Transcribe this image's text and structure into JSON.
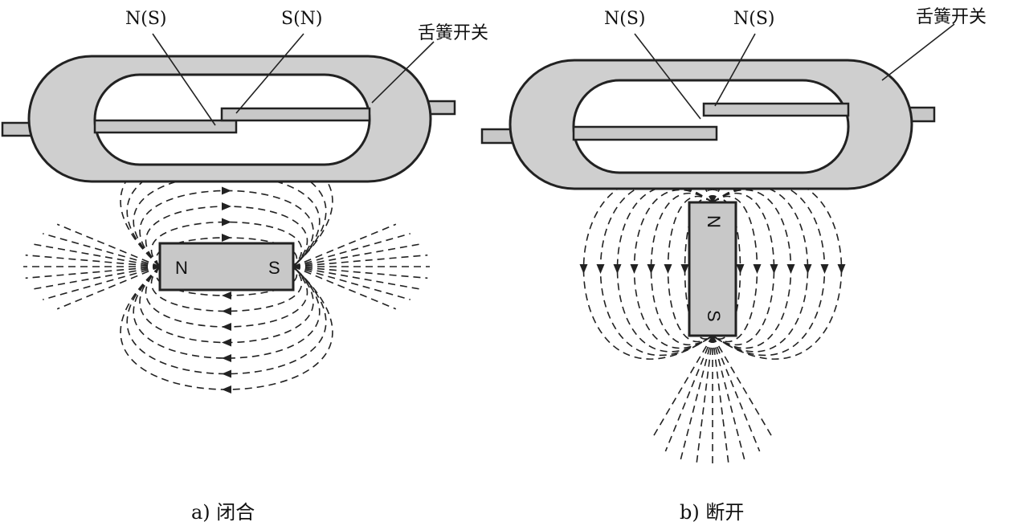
{
  "panel_a": {
    "pole_label_left": "N(S)",
    "pole_label_right": "S(N)",
    "device_label": "舌簧开关",
    "magnet_left_pole": "N",
    "magnet_right_pole": "S",
    "caption": "a) 闭合"
  },
  "panel_b": {
    "pole_label_left": "N(S)",
    "pole_label_right": "N(S)",
    "device_label": "舌簧开关",
    "magnet_top_pole": "N",
    "magnet_bottom_pole": "S",
    "caption": "b) 断开"
  }
}
